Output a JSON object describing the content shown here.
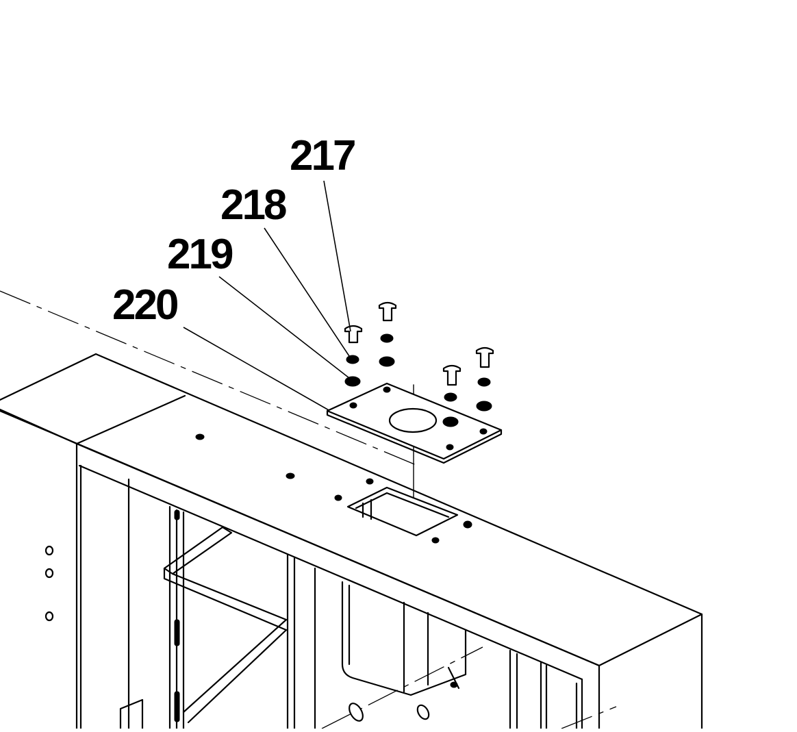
{
  "diagram": {
    "callouts": [
      {
        "id": "217",
        "label": "217"
      },
      {
        "id": "218",
        "label": "218"
      },
      {
        "id": "219",
        "label": "219"
      },
      {
        "id": "220",
        "label": "220"
      }
    ],
    "colors": {
      "line": "#000000",
      "background": "#ffffff"
    }
  }
}
